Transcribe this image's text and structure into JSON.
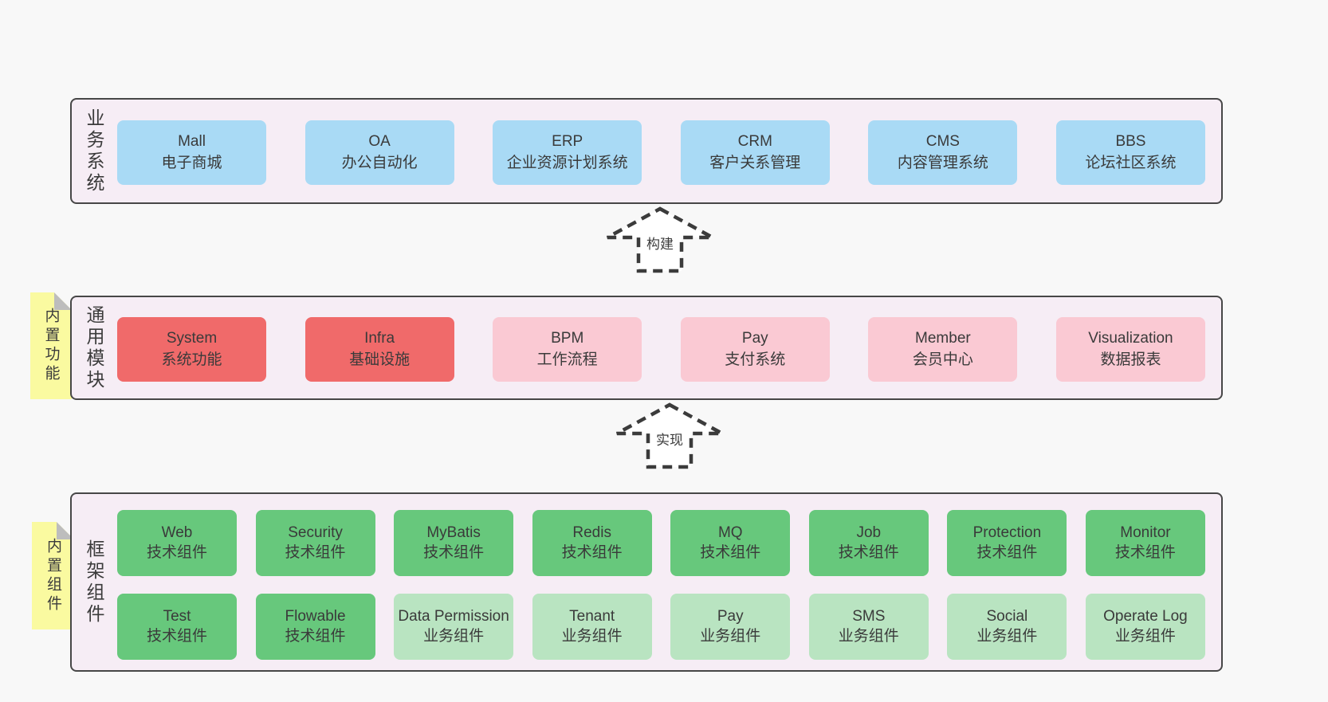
{
  "colors": {
    "page_background": "#f8f8f8",
    "section_background": "#f6edf5",
    "section_border": "#474747",
    "box_blue": "#a9daf5",
    "box_red": "#f06a6a",
    "box_pink": "#fac9d3",
    "box_green": "#67c87c",
    "box_lightgreen": "#b9e4c1",
    "tag_yellow": "#fafaa0",
    "tag_fold_gray": "#bdbdbd",
    "text": "#3a3a3a"
  },
  "sections": {
    "business": {
      "label": "业务系统",
      "boxes": [
        {
          "name": "Mall",
          "desc": "电子商城"
        },
        {
          "name": "OA",
          "desc": "办公自动化"
        },
        {
          "name": "ERP",
          "desc": "企业资源计划系统"
        },
        {
          "name": "CRM",
          "desc": "客户关系管理"
        },
        {
          "name": "CMS",
          "desc": "内容管理系统"
        },
        {
          "name": "BBS",
          "desc": "论坛社区系统"
        }
      ]
    },
    "modules": {
      "label": "通用模块",
      "tag": "内置功能",
      "boxes": [
        {
          "name": "System",
          "desc": "系统功能"
        },
        {
          "name": "Infra",
          "desc": "基础设施"
        },
        {
          "name": "BPM",
          "desc": "工作流程"
        },
        {
          "name": "Pay",
          "desc": "支付系统"
        },
        {
          "name": "Member",
          "desc": "会员中心"
        },
        {
          "name": "Visualization",
          "desc": "数据报表"
        }
      ]
    },
    "components": {
      "label": "框架组件",
      "tag": "内置组件",
      "row1": [
        {
          "name": "Web",
          "desc": "技术组件"
        },
        {
          "name": "Security",
          "desc": "技术组件"
        },
        {
          "name": "MyBatis",
          "desc": "技术组件"
        },
        {
          "name": "Redis",
          "desc": "技术组件"
        },
        {
          "name": "MQ",
          "desc": "技术组件"
        },
        {
          "name": "Job",
          "desc": "技术组件"
        },
        {
          "name": "Protection",
          "desc": "技术组件"
        },
        {
          "name": "Monitor",
          "desc": "技术组件"
        }
      ],
      "row2": [
        {
          "name": "Test",
          "desc": "技术组件"
        },
        {
          "name": "Flowable",
          "desc": "技术组件"
        },
        {
          "name": "Data Permission",
          "desc": "业务组件"
        },
        {
          "name": "Tenant",
          "desc": "业务组件"
        },
        {
          "name": "Pay",
          "desc": "业务组件"
        },
        {
          "name": "SMS",
          "desc": "业务组件"
        },
        {
          "name": "Social",
          "desc": "业务组件"
        },
        {
          "name": "Operate Log",
          "desc": "业务组件"
        }
      ]
    }
  },
  "arrows": {
    "build": "构建",
    "implement": "实现"
  }
}
